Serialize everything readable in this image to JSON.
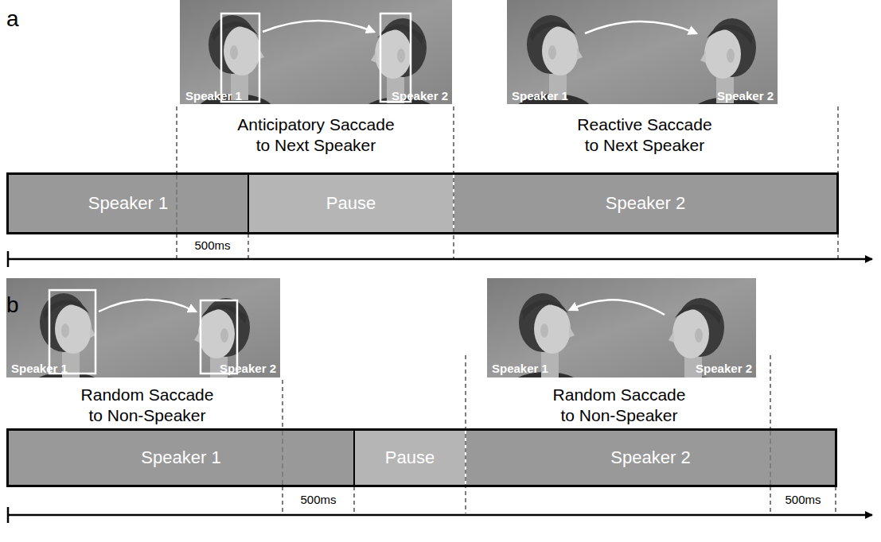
{
  "diagram": {
    "nodes": [
      {
        "text": [
          "Speaker 1"
        ]
      },
      {
        "text": [
          "Pause"
        ]
      },
      {
        "text": [
          "Speaker 2"
        ]
      },
      {
        "text": [
          "Speaker 1"
        ]
      },
      {
        "text": [
          "Pause"
        ]
      },
      {
        "text": [
          "Speaker 2"
        ]
      }
    ],
    "labels": [
      "a",
      "Speaker 1",
      "Speaker 2",
      "Anticipatory Saccade to Next Speaker",
      "Speaker 1",
      "Speaker 2",
      "Reactive Saccade to Next Speaker",
      "500ms",
      "b",
      "Speaker 1",
      "Speaker 2",
      "Random Saccade to Non-Speaker",
      "Speaker 1",
      "Speaker 2",
      "Random Saccade to Non-Speaker",
      "500ms",
      "500ms"
    ]
  }
}
